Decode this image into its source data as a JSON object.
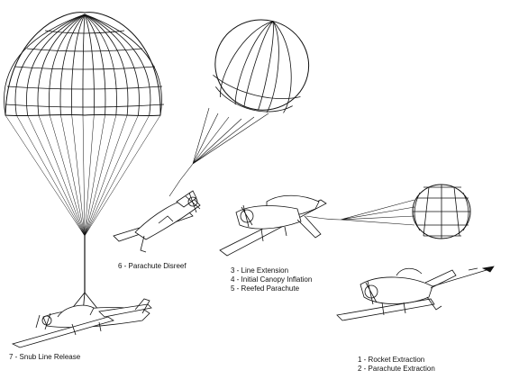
{
  "stages": {
    "snub_line": "7 - Snub Line Release",
    "disreef": "6 - Parachute Disreef",
    "inflation": [
      "3 - Line Extension",
      "4 - Initial Canopy Inflation",
      "5 - Reefed Parachute"
    ],
    "extraction": [
      "1 - Rocket Extraction",
      "2 - Parachute Extraction"
    ]
  },
  "colors": {
    "ink": "#111111",
    "background": "#ffffff"
  },
  "icons": [
    "parachute-canopy-icon",
    "light-aircraft-icon",
    "suspension-lines-icon"
  ]
}
